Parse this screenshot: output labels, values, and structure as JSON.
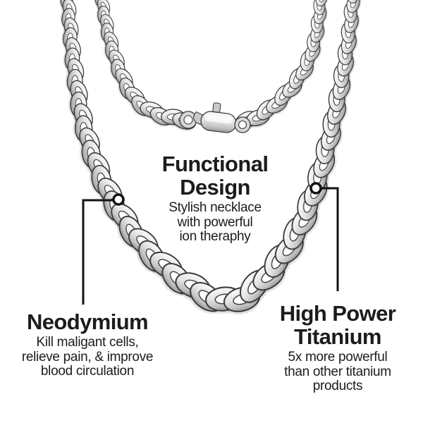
{
  "theme": {
    "background": "#ffffff",
    "text_color": "#1c1c1c",
    "callout_line_color": "#121212"
  },
  "product": {
    "description": "silver curb chain necklace with lobster clasp",
    "colors": {
      "light": "#fbfbfb",
      "mid": "#e4e4e4",
      "deep": "#c3c3c3",
      "shadow": "#989898",
      "outline": "#3c3c3c"
    }
  },
  "annotations": {
    "center": {
      "title": [
        "Functional",
        "Design"
      ],
      "body": [
        "Stylish necklace",
        "with powerful",
        "ion theraphy"
      ]
    },
    "left": {
      "title": [
        "Neodymium"
      ],
      "body": [
        "Kill maligant cells,",
        "relieve pain, & improve",
        "blood circulation"
      ]
    },
    "right": {
      "title": [
        "High Power",
        "Titanium"
      ],
      "body": [
        "5x more powerful",
        "than other titanium",
        "products"
      ]
    }
  }
}
